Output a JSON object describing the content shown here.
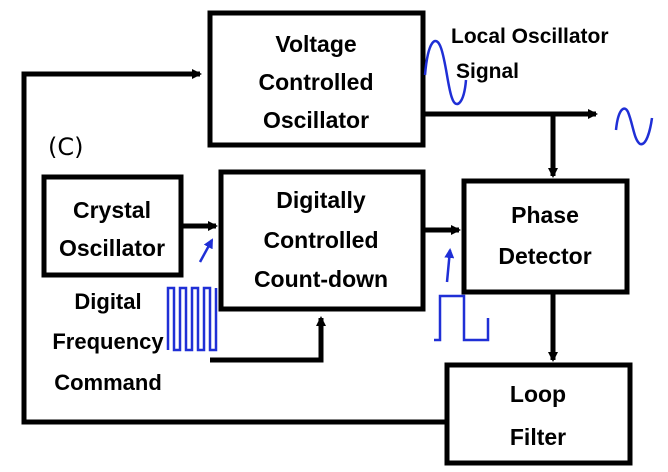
{
  "panel_label": "(C)",
  "blocks": {
    "vco": [
      "Voltage",
      "Controlled",
      "Oscillator"
    ],
    "crystal": [
      "Crystal",
      "Oscillator"
    ],
    "countdown": [
      "Digitally",
      "Controlled",
      "Count-down"
    ],
    "phase": [
      "Phase",
      "Detector"
    ],
    "filter": [
      "Loop",
      "Filter"
    ]
  },
  "labels": {
    "lo_signal": [
      "Local Oscillator",
      "Signal"
    ],
    "command": [
      "Digital",
      "Frequency",
      "Command"
    ]
  },
  "colors": {
    "line": "#000000",
    "accent": "#1f2fd6"
  },
  "icons": [
    "sine-wave-icon",
    "pulse-train-icon",
    "square-wave-icon",
    "arrow-icon"
  ]
}
